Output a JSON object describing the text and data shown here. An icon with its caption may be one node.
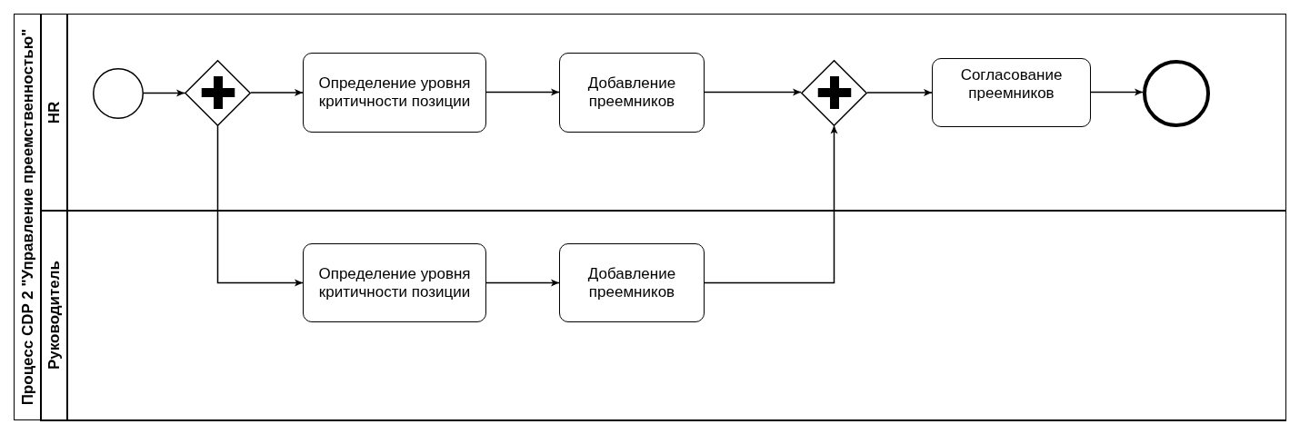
{
  "diagram": {
    "nodes": [
      {
        "text": [
          "Процесс CDP 2 \"Управление преемственностью\""
        ]
      },
      {
        "text": [
          "HR"
        ],
        "in": 0
      },
      {
        "text": [
          "Руководитель"
        ],
        "in": 0
      },
      {
        "text": [],
        "shape": "circle",
        "in": 1
      },
      {
        "text": [],
        "shape": "diamond",
        "in": 1
      },
      {
        "text": [
          "Определение уровня критичности позиции"
        ],
        "in": 1
      },
      {
        "text": [
          "Добавление преемников"
        ],
        "in": 1
      },
      {
        "text": [],
        "shape": "diamond",
        "in": 1
      },
      {
        "text": [
          "Согласование преемников"
        ],
        "in": 1
      },
      {
        "text": [],
        "shape": "circle",
        "in": 1
      },
      {
        "text": [
          "Определение уровня критичности позиции"
        ],
        "in": 2
      },
      {
        "text": [
          "Добавление преемников"
        ],
        "in": 2
      }
    ],
    "edges": [
      {
        "from": 3,
        "to": 4,
        "arrow": "to"
      },
      {
        "from": 4,
        "to": 5,
        "arrow": "to"
      },
      {
        "from": 5,
        "to": 6,
        "arrow": "to"
      },
      {
        "from": 6,
        "to": 7,
        "arrow": "to"
      },
      {
        "from": 7,
        "to": 8,
        "arrow": "to"
      },
      {
        "from": 8,
        "to": 9,
        "arrow": "to"
      },
      {
        "from": 4,
        "to": 10,
        "arrow": "to"
      },
      {
        "from": 10,
        "to": 11,
        "arrow": "to"
      },
      {
        "from": 11,
        "to": 7,
        "arrow": "to"
      }
    ]
  }
}
